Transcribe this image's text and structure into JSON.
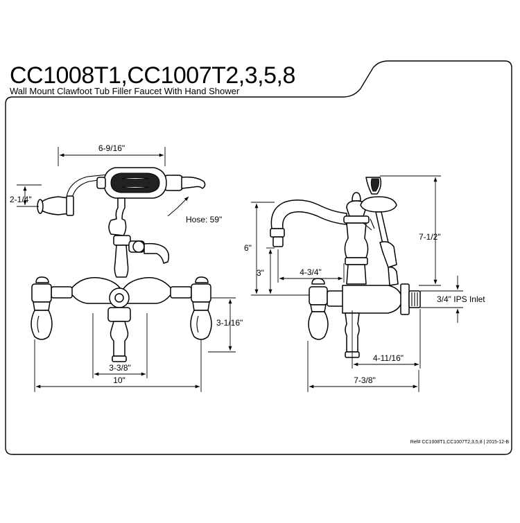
{
  "header": {
    "model_numbers": "CC1008T1,CC1007T2,3,5,8",
    "description": "Wall Mount Clawfoot Tub Filler Faucet With Hand Shower"
  },
  "front_view": {
    "dim_handshower_width": "6-9/16\"",
    "dim_handshower_height": "2-1/4\"",
    "hose_label": "Hose: 59\"",
    "dim_handle_height": "3-1/16\"",
    "dim_center_spacing": "3-3/8\"",
    "dim_overall_width": "10\""
  },
  "side_view": {
    "dim_spout_height": "6\"",
    "dim_spout_clearance": "3\"",
    "dim_spout_reach": "4-3/4\"",
    "dim_overall_height": "7-1/2\"",
    "inlet_label": "3/4\" IPS Inlet",
    "dim_inlet_depth": "4-11/16\"",
    "dim_overall_depth": "7-3/8\""
  },
  "footer": {
    "reference": "Ref# CC1008T1,CC1007T2,3,5,8 | 2015-12-B"
  },
  "colors": {
    "line": "#000000",
    "background": "#ffffff"
  }
}
